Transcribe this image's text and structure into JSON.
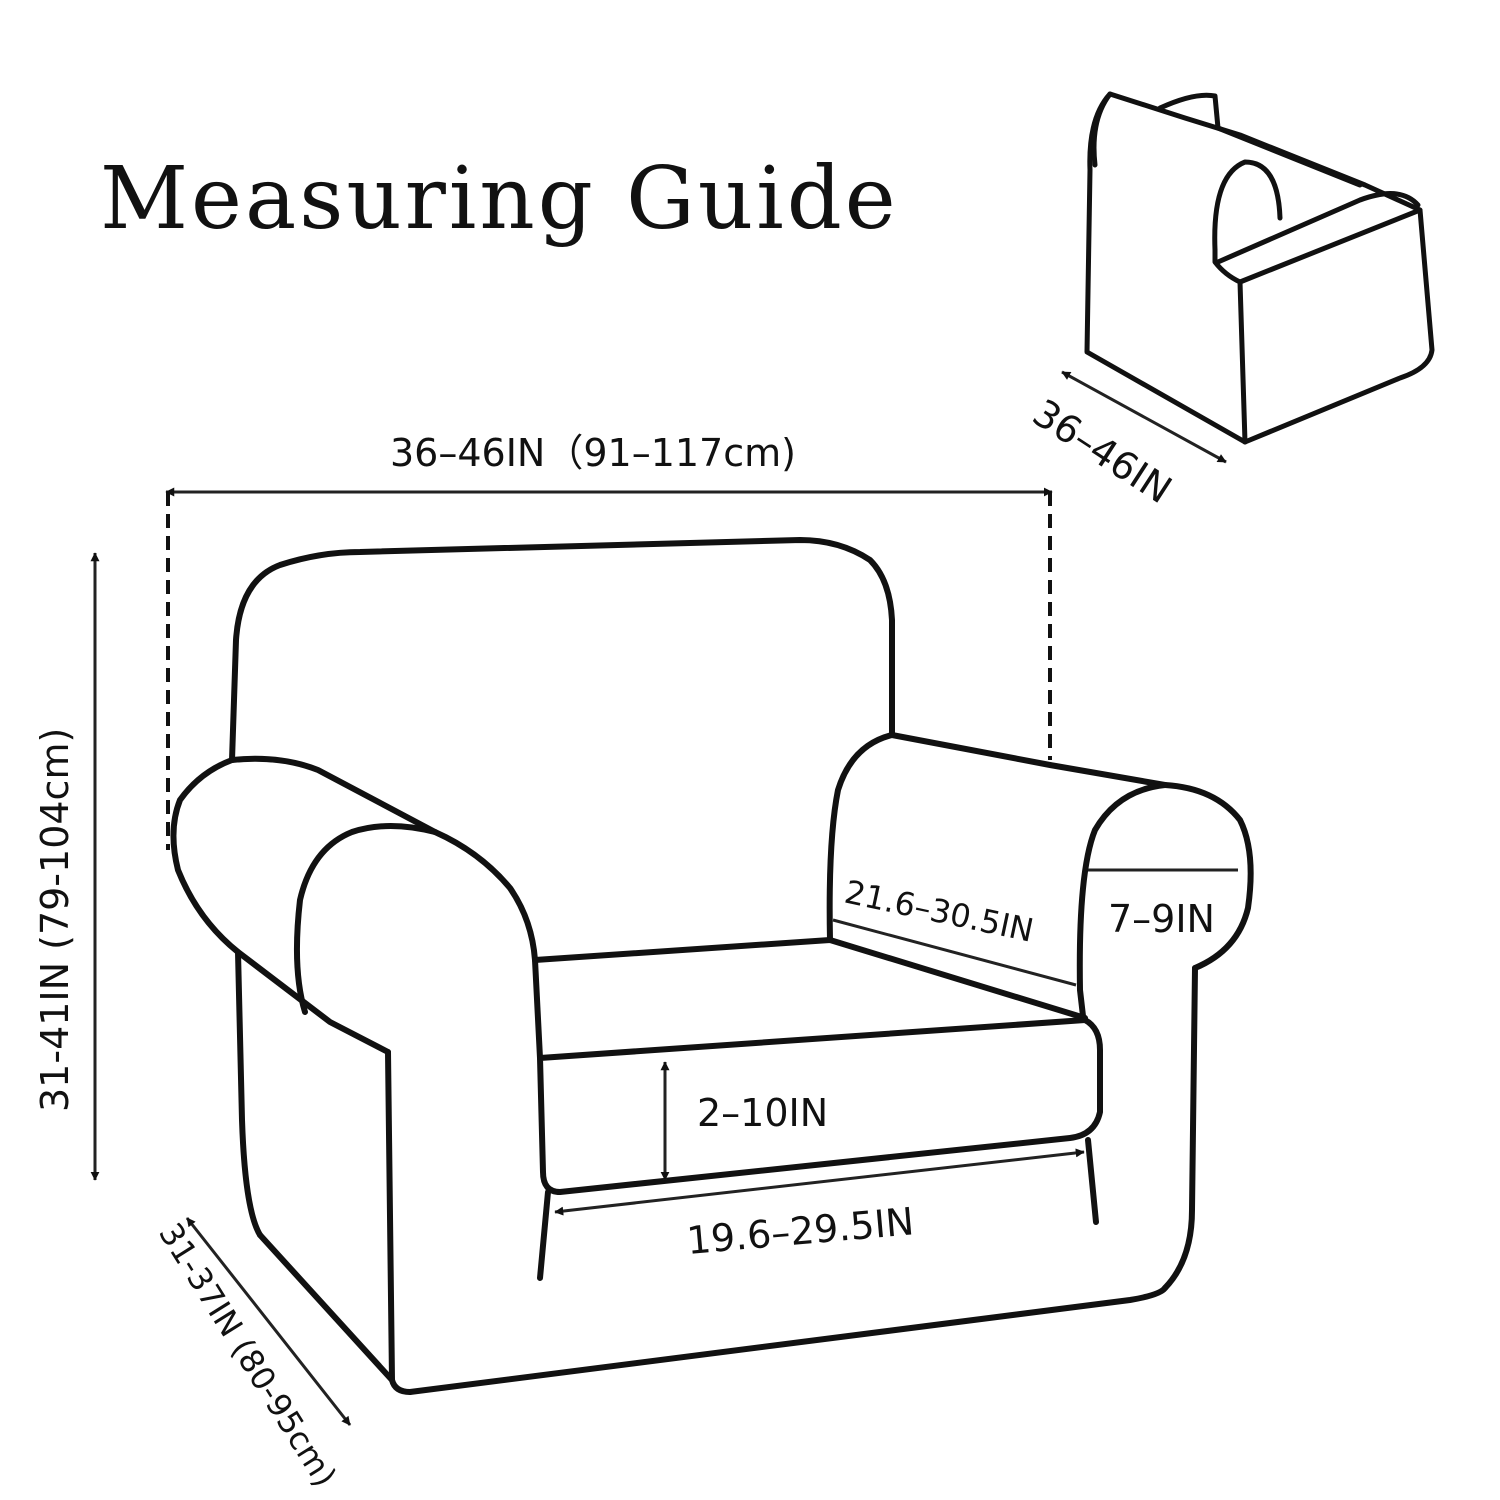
{
  "title": "Measuring Guide",
  "dimensions": {
    "total_width": "36–46IN（91–117cm)",
    "side_depth": "36–46IN",
    "total_height": "31-41IN (79-104cm)",
    "seat_depth": "21.6–30.5IN",
    "arm_width": "7–9IN",
    "cushion_height": "2–10IN",
    "seat_width": "19.6–29.5IN",
    "front_depth": "31-37IN (80-95cm)"
  },
  "colors": {
    "line": "#111111",
    "background": "#ffffff"
  }
}
